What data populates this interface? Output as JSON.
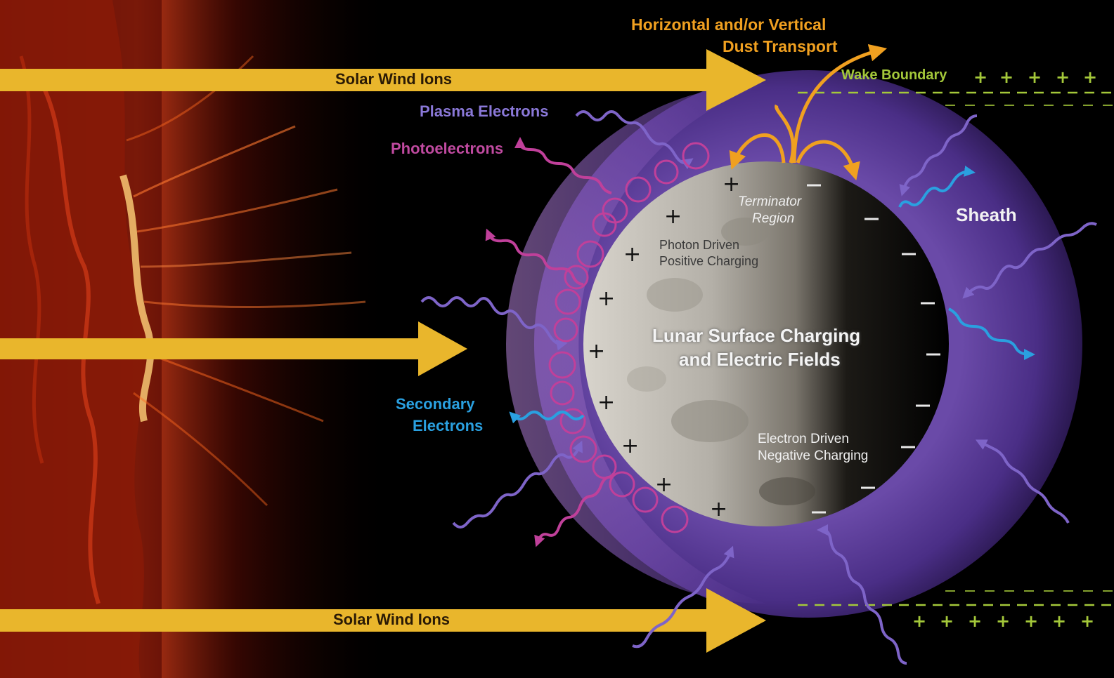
{
  "labels": {
    "dust_transport_line1": "Horizontal and/or Vertical",
    "dust_transport_line2": "Dust Transport",
    "solar_wind_top": "Solar Wind Ions",
    "solar_wind_bottom": "Solar Wind Ions",
    "wake_boundary": "Wake Boundary",
    "plasma_electrons": "Plasma Electrons",
    "photoelectrons": "Photoelectrons",
    "sheath": "Sheath",
    "terminator_line1": "Terminator",
    "terminator_line2": "Region",
    "photon_line1": "Photon Driven",
    "photon_line2": "Positive Charging",
    "center_line1": "Lunar Surface Charging",
    "center_line2": "and Electric Fields",
    "secondary_line1": "Secondary",
    "secondary_line2": "Electrons",
    "electron_line1": "Electron Driven",
    "electron_line2": "Negative Charging"
  },
  "colors": {
    "solar_wind": "#e9b62c",
    "dust": "#f0a020",
    "plasma_electrons": "#7e64c8",
    "photoelectrons": "#c0409a",
    "secondary_electrons": "#2aa0e0",
    "wake_boundary": "#a4c83a",
    "sheath": "#5a3a9a"
  },
  "charges": {
    "positive_symbol": "+",
    "negative_symbol": "–"
  }
}
